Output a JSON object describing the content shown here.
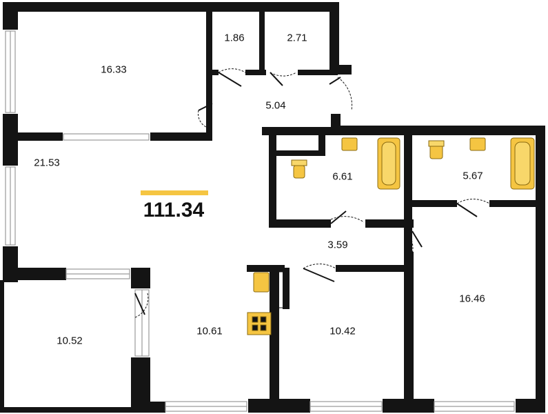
{
  "plan": {
    "total_area": "111.34",
    "rooms": [
      {
        "id": "room-bedroom-top-left",
        "area": "16.33"
      },
      {
        "id": "room-closet-1",
        "area": "1.86"
      },
      {
        "id": "room-closet-2",
        "area": "2.71"
      },
      {
        "id": "room-hall-top",
        "area": "5.04"
      },
      {
        "id": "room-living",
        "area": "21.53"
      },
      {
        "id": "room-bathroom-1",
        "area": "6.61"
      },
      {
        "id": "room-bathroom-2",
        "area": "5.67"
      },
      {
        "id": "room-corridor",
        "area": "3.59"
      },
      {
        "id": "room-bedroom-right",
        "area": "16.46"
      },
      {
        "id": "room-loggia",
        "area": "10.52"
      },
      {
        "id": "room-kitchen",
        "area": "10.61"
      },
      {
        "id": "room-bedroom-bottom",
        "area": "10.42"
      }
    ]
  },
  "colors": {
    "wall": "#141414",
    "fixture_fill": "#f5c542",
    "fixture_stroke": "#8a6a10",
    "accent": "#f5c542",
    "window": "#9a9a9a"
  }
}
